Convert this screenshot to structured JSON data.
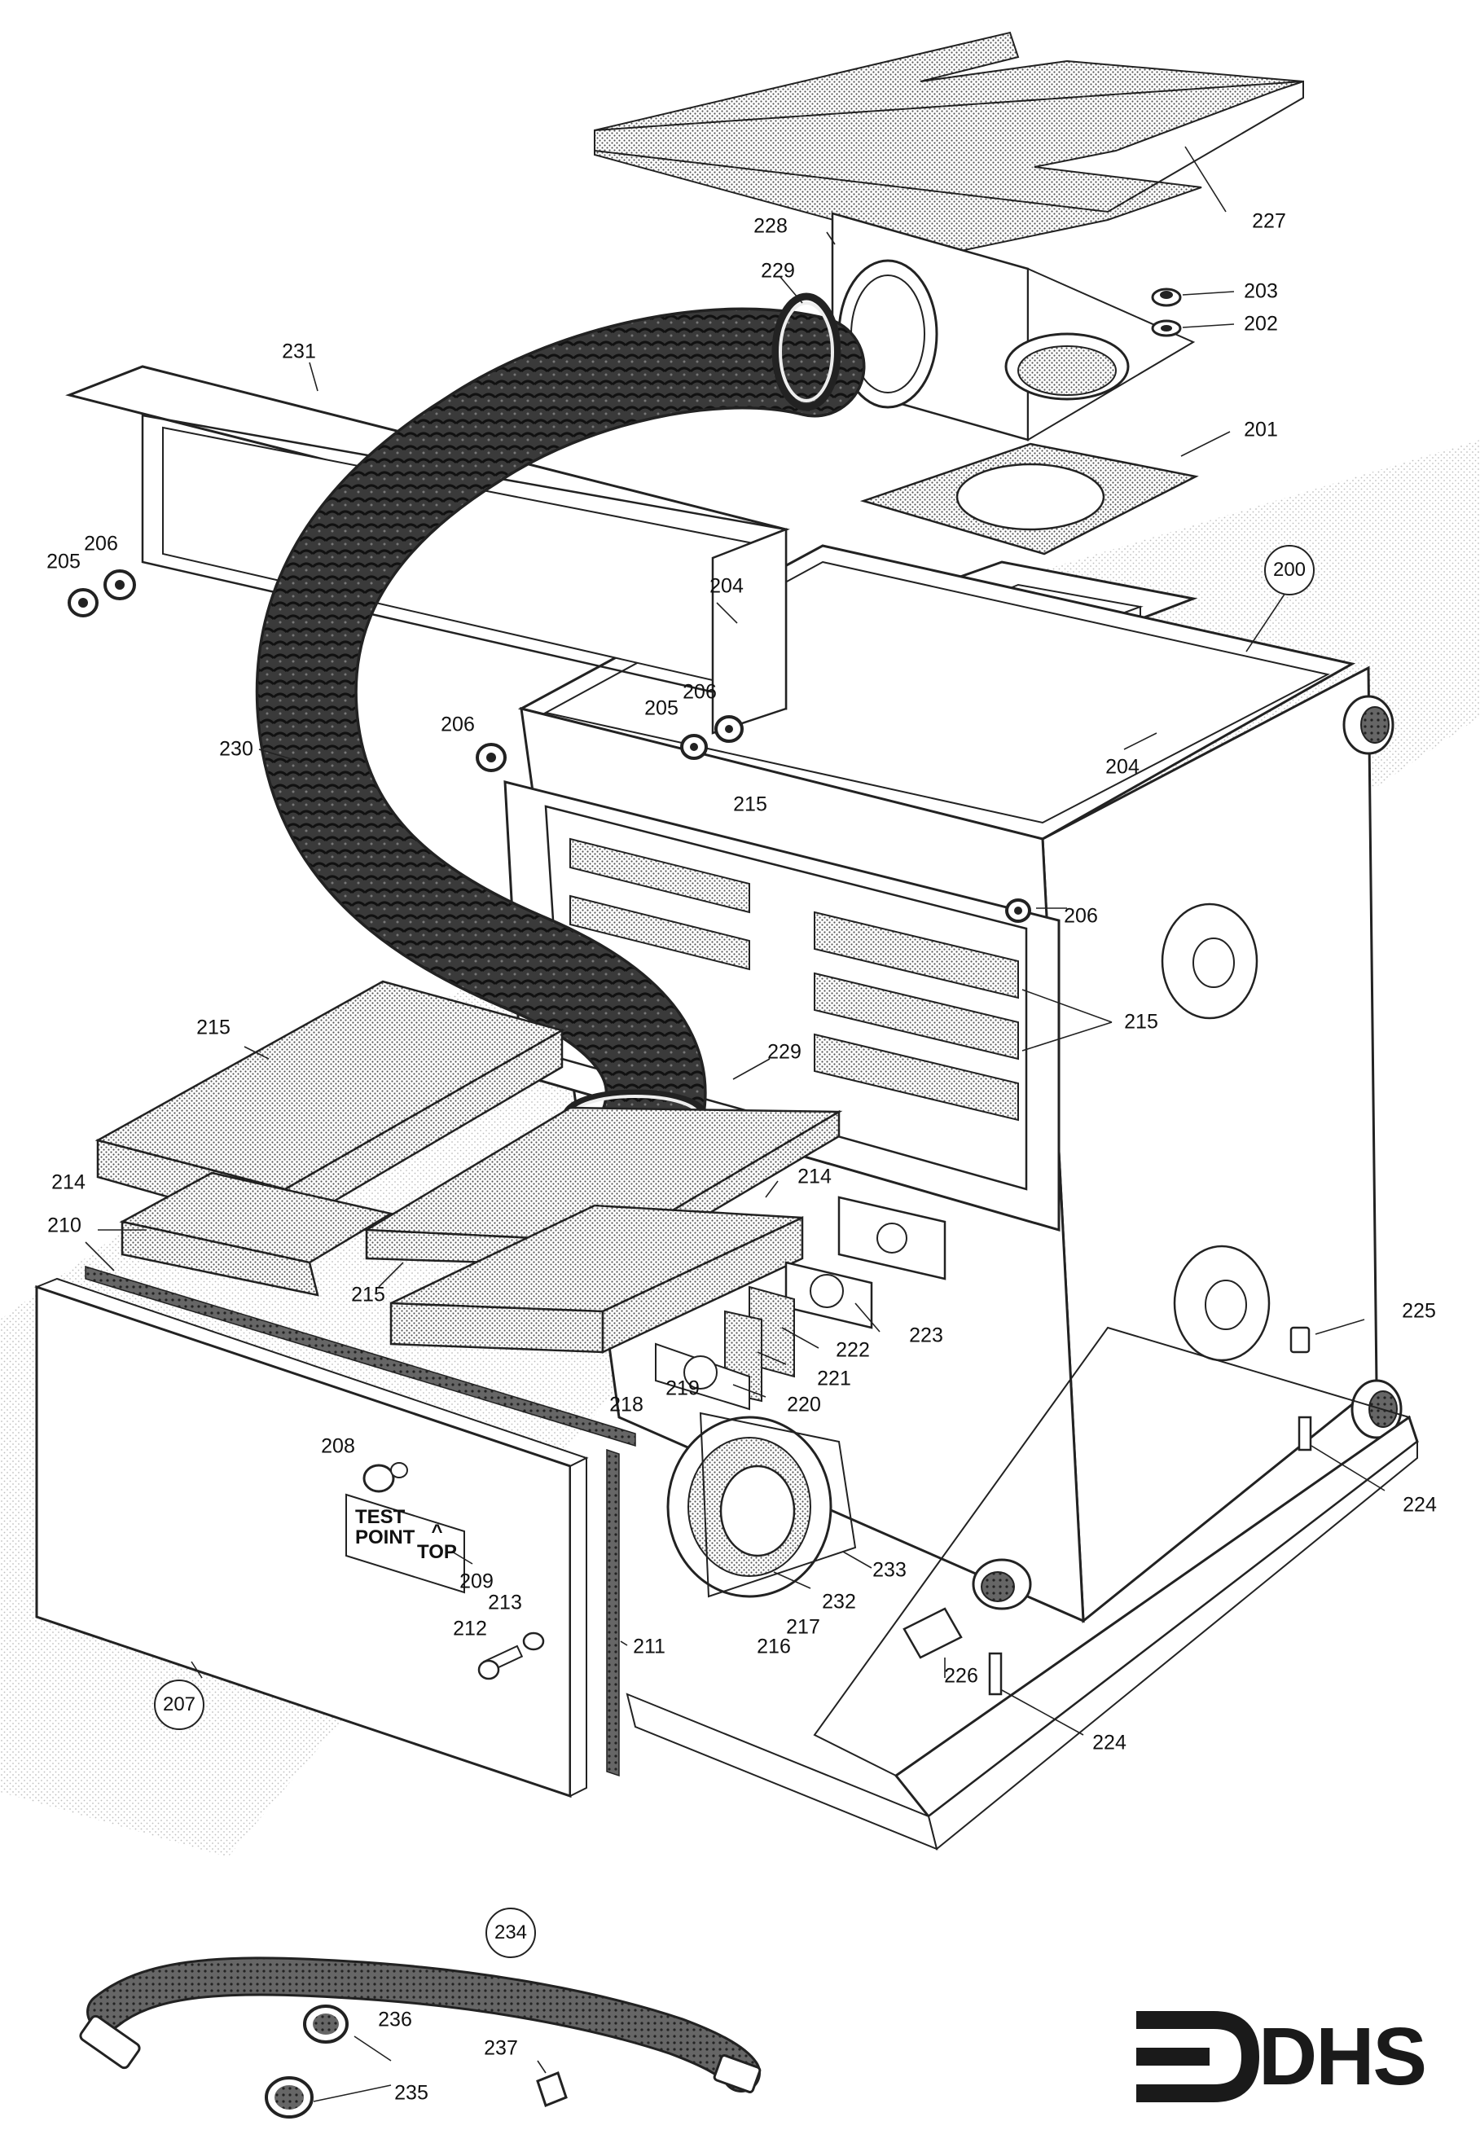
{
  "logo": {
    "text": "DHS"
  },
  "plate": {
    "line1": "TEST",
    "line2": "POINT",
    "arrow": "^",
    "top": "TOP"
  },
  "callouts": [
    {
      "id": "c227",
      "text": "227"
    },
    {
      "id": "c228",
      "text": "228"
    },
    {
      "id": "c229a",
      "text": "229"
    },
    {
      "id": "c203",
      "text": "203"
    },
    {
      "id": "c202",
      "text": "202"
    },
    {
      "id": "c231",
      "text": "231"
    },
    {
      "id": "c201",
      "text": "201"
    },
    {
      "id": "c200",
      "text": "200"
    },
    {
      "id": "c205a",
      "text": "205"
    },
    {
      "id": "c206a",
      "text": "206"
    },
    {
      "id": "c204a",
      "text": "204"
    },
    {
      "id": "c206b",
      "text": "206"
    },
    {
      "id": "c205b",
      "text": "205"
    },
    {
      "id": "c206c",
      "text": "206"
    },
    {
      "id": "c204b",
      "text": "204"
    },
    {
      "id": "c230",
      "text": "230"
    },
    {
      "id": "c215a",
      "text": "215"
    },
    {
      "id": "c206d",
      "text": "206"
    },
    {
      "id": "c215b",
      "text": "215"
    },
    {
      "id": "c215c",
      "text": "215"
    },
    {
      "id": "c229b",
      "text": "229"
    },
    {
      "id": "c214a",
      "text": "214"
    },
    {
      "id": "c214b",
      "text": "214"
    },
    {
      "id": "c210",
      "text": "210"
    },
    {
      "id": "c215d",
      "text": "215"
    },
    {
      "id": "c223",
      "text": "223"
    },
    {
      "id": "c225",
      "text": "225"
    },
    {
      "id": "c222",
      "text": "222"
    },
    {
      "id": "c221",
      "text": "221"
    },
    {
      "id": "c219",
      "text": "219"
    },
    {
      "id": "c220",
      "text": "220"
    },
    {
      "id": "c218",
      "text": "218"
    },
    {
      "id": "c208",
      "text": "208"
    },
    {
      "id": "c224a",
      "text": "224"
    },
    {
      "id": "c233",
      "text": "233"
    },
    {
      "id": "c209",
      "text": "209"
    },
    {
      "id": "c232",
      "text": "232"
    },
    {
      "id": "c213",
      "text": "213"
    },
    {
      "id": "c217",
      "text": "217"
    },
    {
      "id": "c212",
      "text": "212"
    },
    {
      "id": "c216",
      "text": "216"
    },
    {
      "id": "c211",
      "text": "211"
    },
    {
      "id": "c226",
      "text": "226"
    },
    {
      "id": "c207",
      "text": "207"
    },
    {
      "id": "c224b",
      "text": "224"
    },
    {
      "id": "c234",
      "text": "234"
    },
    {
      "id": "c236",
      "text": "236"
    },
    {
      "id": "c237",
      "text": "237"
    },
    {
      "id": "c235",
      "text": "235"
    }
  ]
}
